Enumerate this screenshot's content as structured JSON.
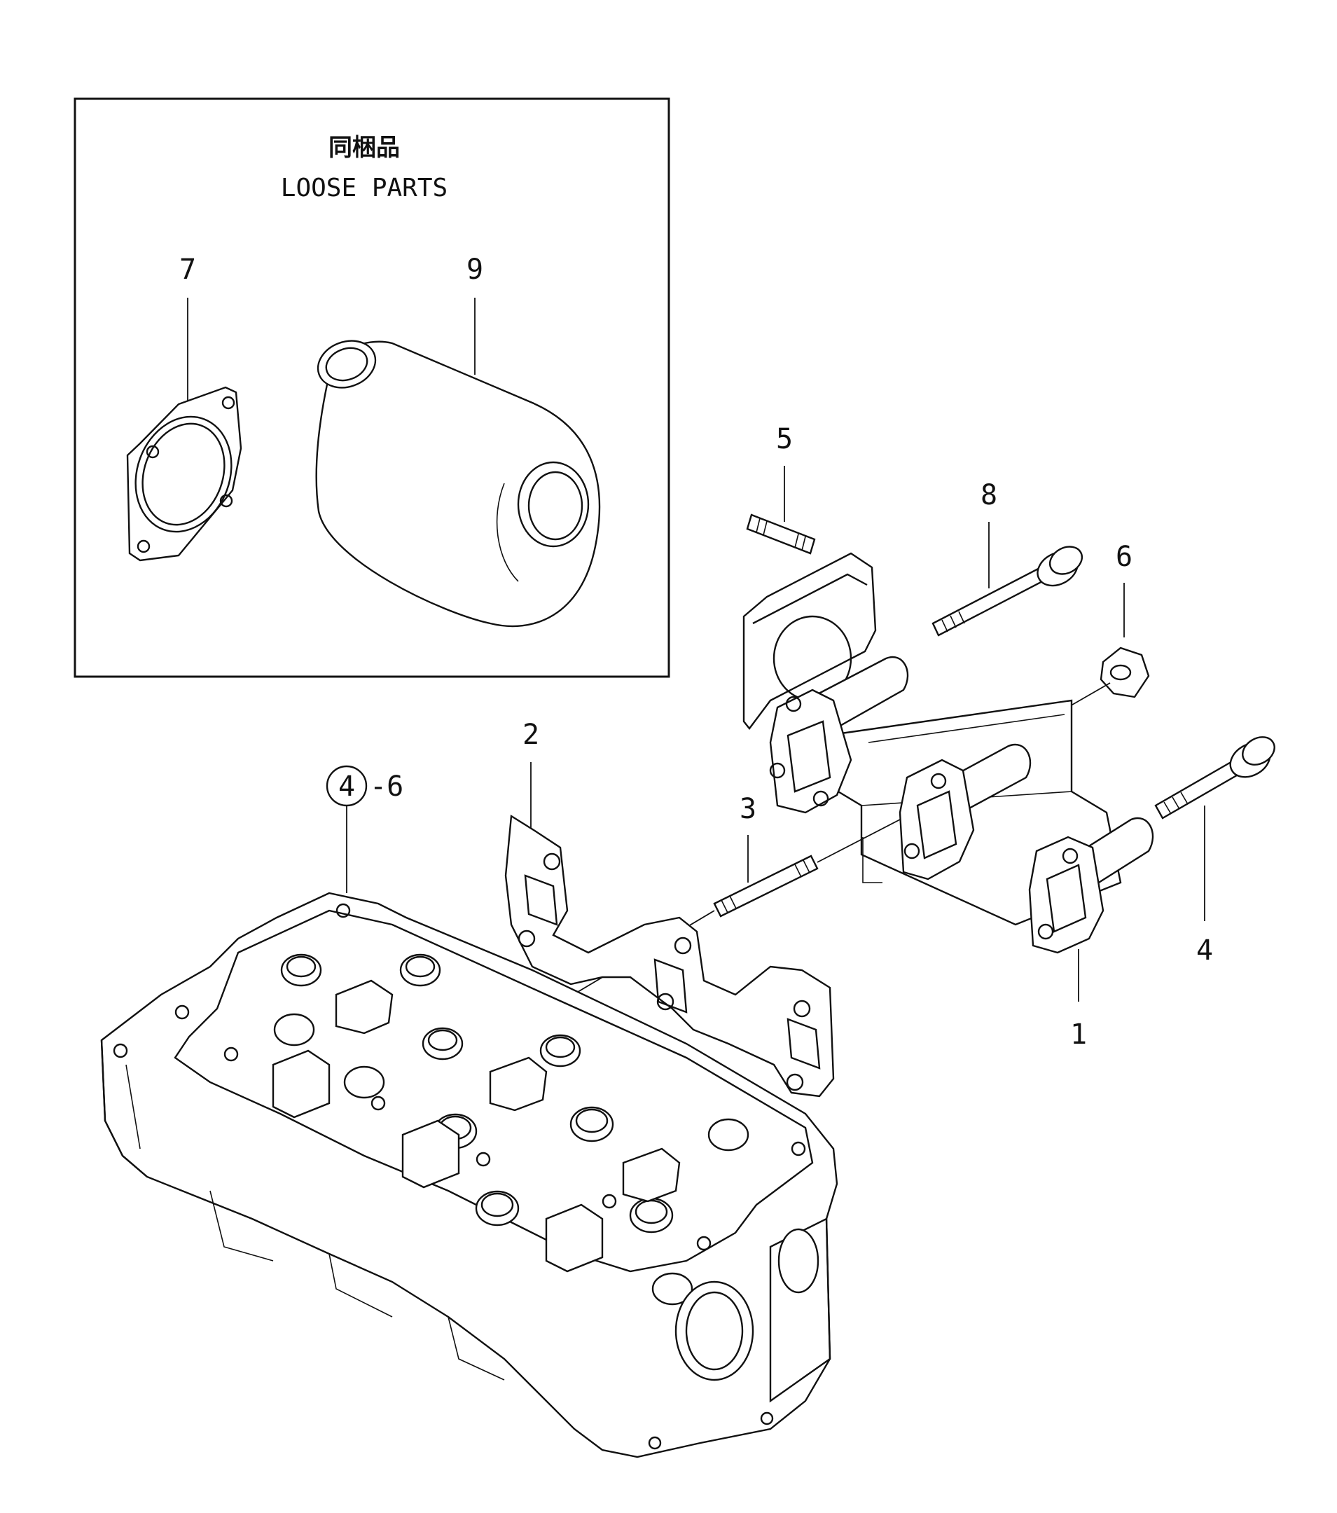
{
  "loose_parts_box": {
    "title_jp": "同梱品",
    "title_en": "LOOSE PARTS"
  },
  "callouts": {
    "part_1": "1",
    "part_2": "2",
    "part_3": "3",
    "part_4": "4",
    "part_5": "5",
    "part_6": "6",
    "part_7": "7",
    "part_8": "8",
    "part_9": "9",
    "ref_circle": "4",
    "ref_suffix": "-6"
  }
}
